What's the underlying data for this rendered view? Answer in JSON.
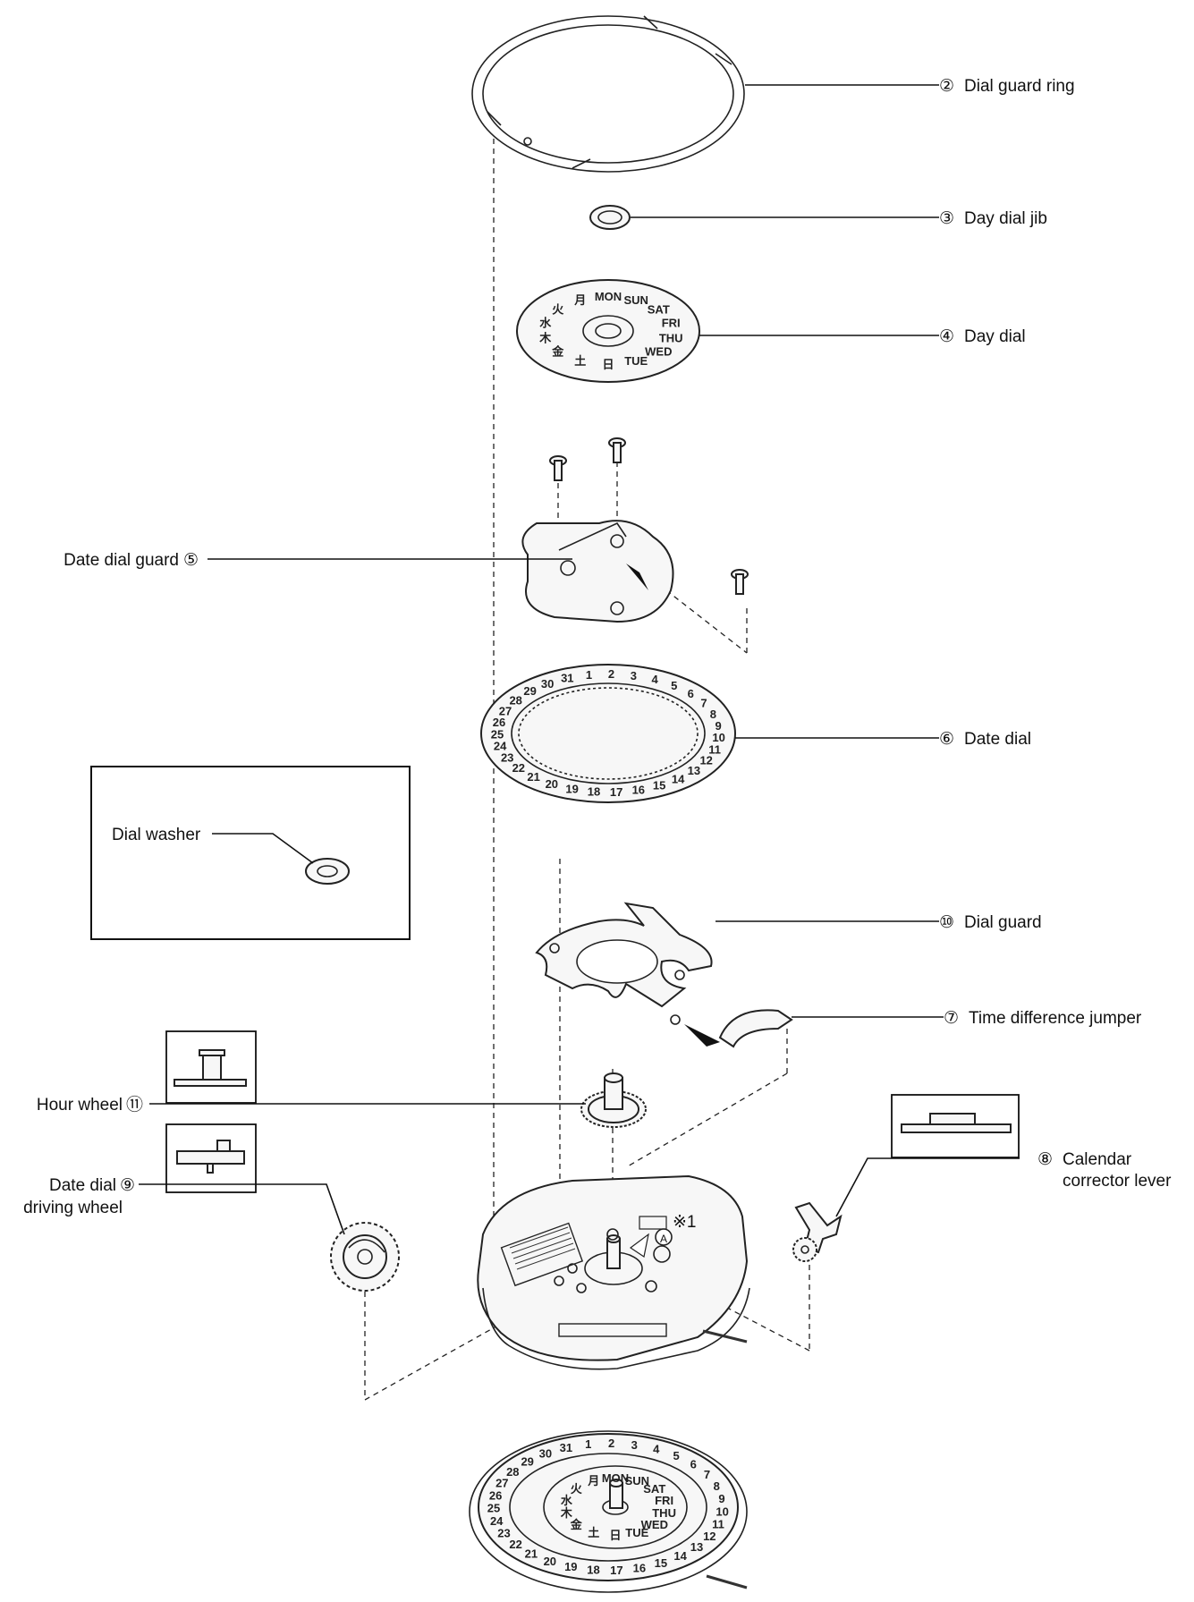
{
  "callouts": {
    "dial_guard_ring": {
      "num": "②",
      "label": "Dial guard ring"
    },
    "day_dial_jib": {
      "num": "③",
      "label": "Day dial jib"
    },
    "day_dial": {
      "num": "④",
      "label": "Day dial"
    },
    "date_dial_guard": {
      "num": "⑤",
      "label": "Date dial guard"
    },
    "date_dial": {
      "num": "⑥",
      "label": "Date dial"
    },
    "dial_guard": {
      "num": "⑩",
      "label": "Dial guard"
    },
    "time_difference_jumper": {
      "num": "⑦",
      "label": "Time difference jumper"
    },
    "hour_wheel": {
      "num": "⑪",
      "label": "Hour wheel"
    },
    "date_dial_driving_wheel": {
      "num": "⑨",
      "label_line1": "Date dial",
      "label_line2": "driving wheel"
    },
    "calendar_corrector_lever": {
      "num": "⑧",
      "label_line1": "Calendar",
      "label_line2": "corrector lever"
    }
  },
  "inset": {
    "dial_washer": "Dial washer"
  },
  "movement_marks": {
    "note": "※1",
    "point_a": "A"
  },
  "day_dial_text": [
    "MON",
    "SUN",
    "SAT",
    "FRI",
    "THU",
    "WED",
    "TUE",
    "日",
    "土",
    "金",
    "木",
    "水",
    "火",
    "月"
  ],
  "date_numbers": [
    "1",
    "2",
    "3",
    "4",
    "5",
    "6",
    "7",
    "8",
    "9",
    "10",
    "11",
    "12",
    "13",
    "14",
    "15",
    "16",
    "17",
    "18",
    "19",
    "20",
    "21",
    "22",
    "23",
    "24",
    "25",
    "26",
    "27",
    "28",
    "29",
    "30",
    "31"
  ]
}
